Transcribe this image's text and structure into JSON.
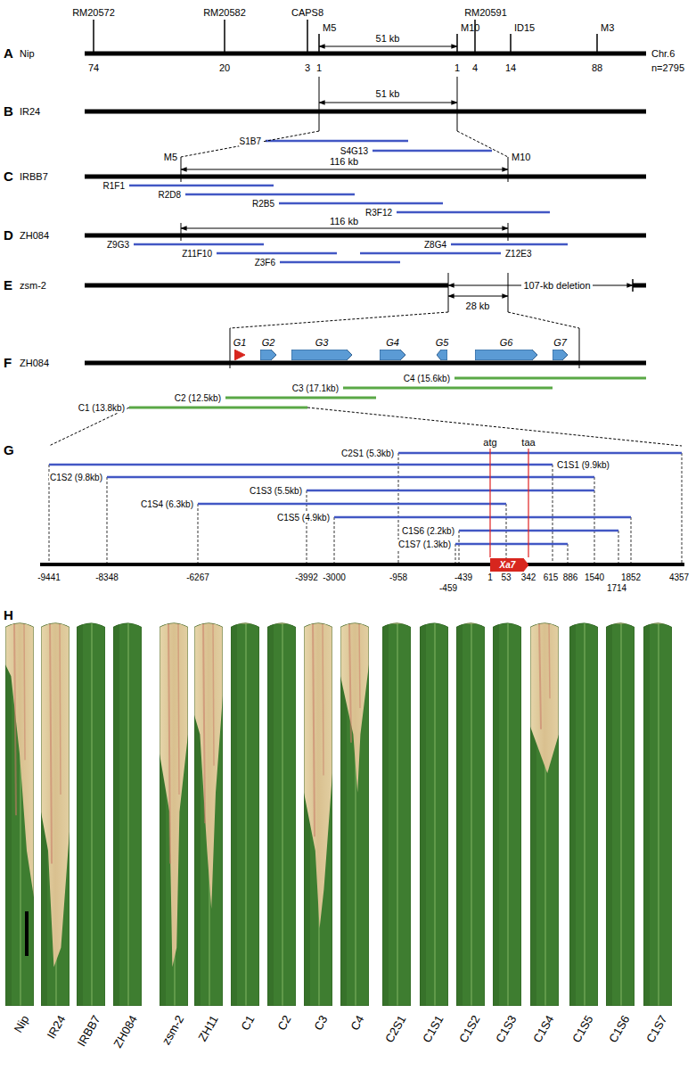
{
  "diagram": {
    "nodes": [
      {
        "text": [
          "G1"
        ]
      },
      {
        "text": [
          "G2"
        ]
      },
      {
        "text": [
          "G3"
        ]
      },
      {
        "text": [
          "G4"
        ]
      },
      {
        "text": [
          "G5"
        ]
      },
      {
        "text": [
          "G6"
        ]
      },
      {
        "text": [
          "G7"
        ]
      },
      {
        "text": [
          "Xa7"
        ]
      }
    ],
    "labels": [
      "A",
      "RM20572",
      "RM20582",
      "CAPS8",
      "M5",
      "M10",
      "RM20591",
      "ID15",
      "M3",
      "51 kb",
      "Nip",
      "74",
      "20",
      "3",
      "1",
      "1",
      "4",
      "14",
      "88",
      "Chr.6",
      "n=2795",
      "B",
      "IR24",
      "51 kb",
      "S1B7",
      "S4G13",
      "C",
      "M5",
      "M10",
      "116 kb",
      "IRBB7",
      "R1F1",
      "R2D8",
      "R2B5",
      "R3F12",
      "D",
      "ZH084",
      "116 kb",
      "Z9G3",
      "Z8G4",
      "Z11F10",
      "Z12E3",
      "Z3F6",
      "E",
      "zsm-2",
      "107-kb deletion",
      "28 kb",
      "F",
      "ZH084",
      "C4 (15.6kb)",
      "C3 (17.1kb)",
      "C2 (12.5kb)",
      "C1 (13.8kb)",
      "G",
      "atg",
      "taa",
      "C2S1 (5.3kb)",
      "C1S1 (9.9kb)",
      "C1S2 (9.8kb)",
      "C1S3 (5.5kb)",
      "C1S4 (6.3kb)",
      "C1S5 (4.9kb)",
      "C1S6 (2.2kb)",
      "C1S7 (1.3kb)",
      "-9441",
      "-8348",
      "-6267",
      "-3992",
      "-3000",
      "-958",
      "-459",
      "-439",
      "1",
      "53",
      "342",
      "615",
      "886",
      "1540",
      "1714",
      "1852",
      "4357",
      "H",
      "Nip",
      "IR24",
      "IRBB7",
      "ZH084",
      "zsm-2",
      "ZH11",
      "C1",
      "C2",
      "C3",
      "C4",
      "C2S1",
      "C1S1",
      "C1S2",
      "C1S3",
      "C1S4",
      "C1S5",
      "C1S6",
      "C1S7"
    ]
  }
}
